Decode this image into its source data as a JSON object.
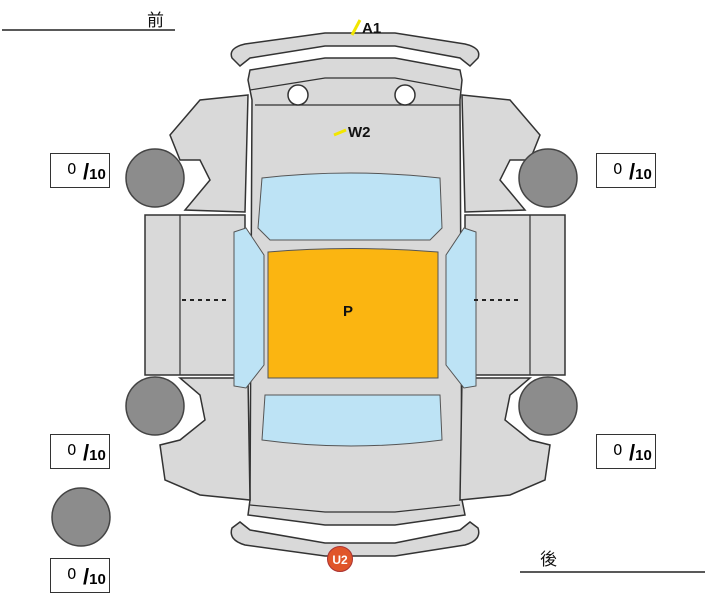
{
  "direction": {
    "front": "前",
    "rear": "後"
  },
  "marks": {
    "bumper_front": "A1",
    "bonnet": "W2",
    "roof": "P",
    "bumper_rear": "U2"
  },
  "tire_scores": [
    {
      "position": "front-left",
      "value": "0",
      "max": "10"
    },
    {
      "position": "front-right",
      "value": "0",
      "max": "10"
    },
    {
      "position": "rear-left",
      "value": "0",
      "max": "10"
    },
    {
      "position": "rear-right",
      "value": "0",
      "max": "10"
    },
    {
      "position": "spare",
      "value": "0",
      "max": "10"
    }
  ],
  "colors": {
    "body": "#d9d9d9",
    "glass": "#bde3f5",
    "roof_mark": "#fbb511",
    "tire": "#8c8c8c",
    "u_badge": "#e0552a",
    "scratch": "#f2e600"
  }
}
